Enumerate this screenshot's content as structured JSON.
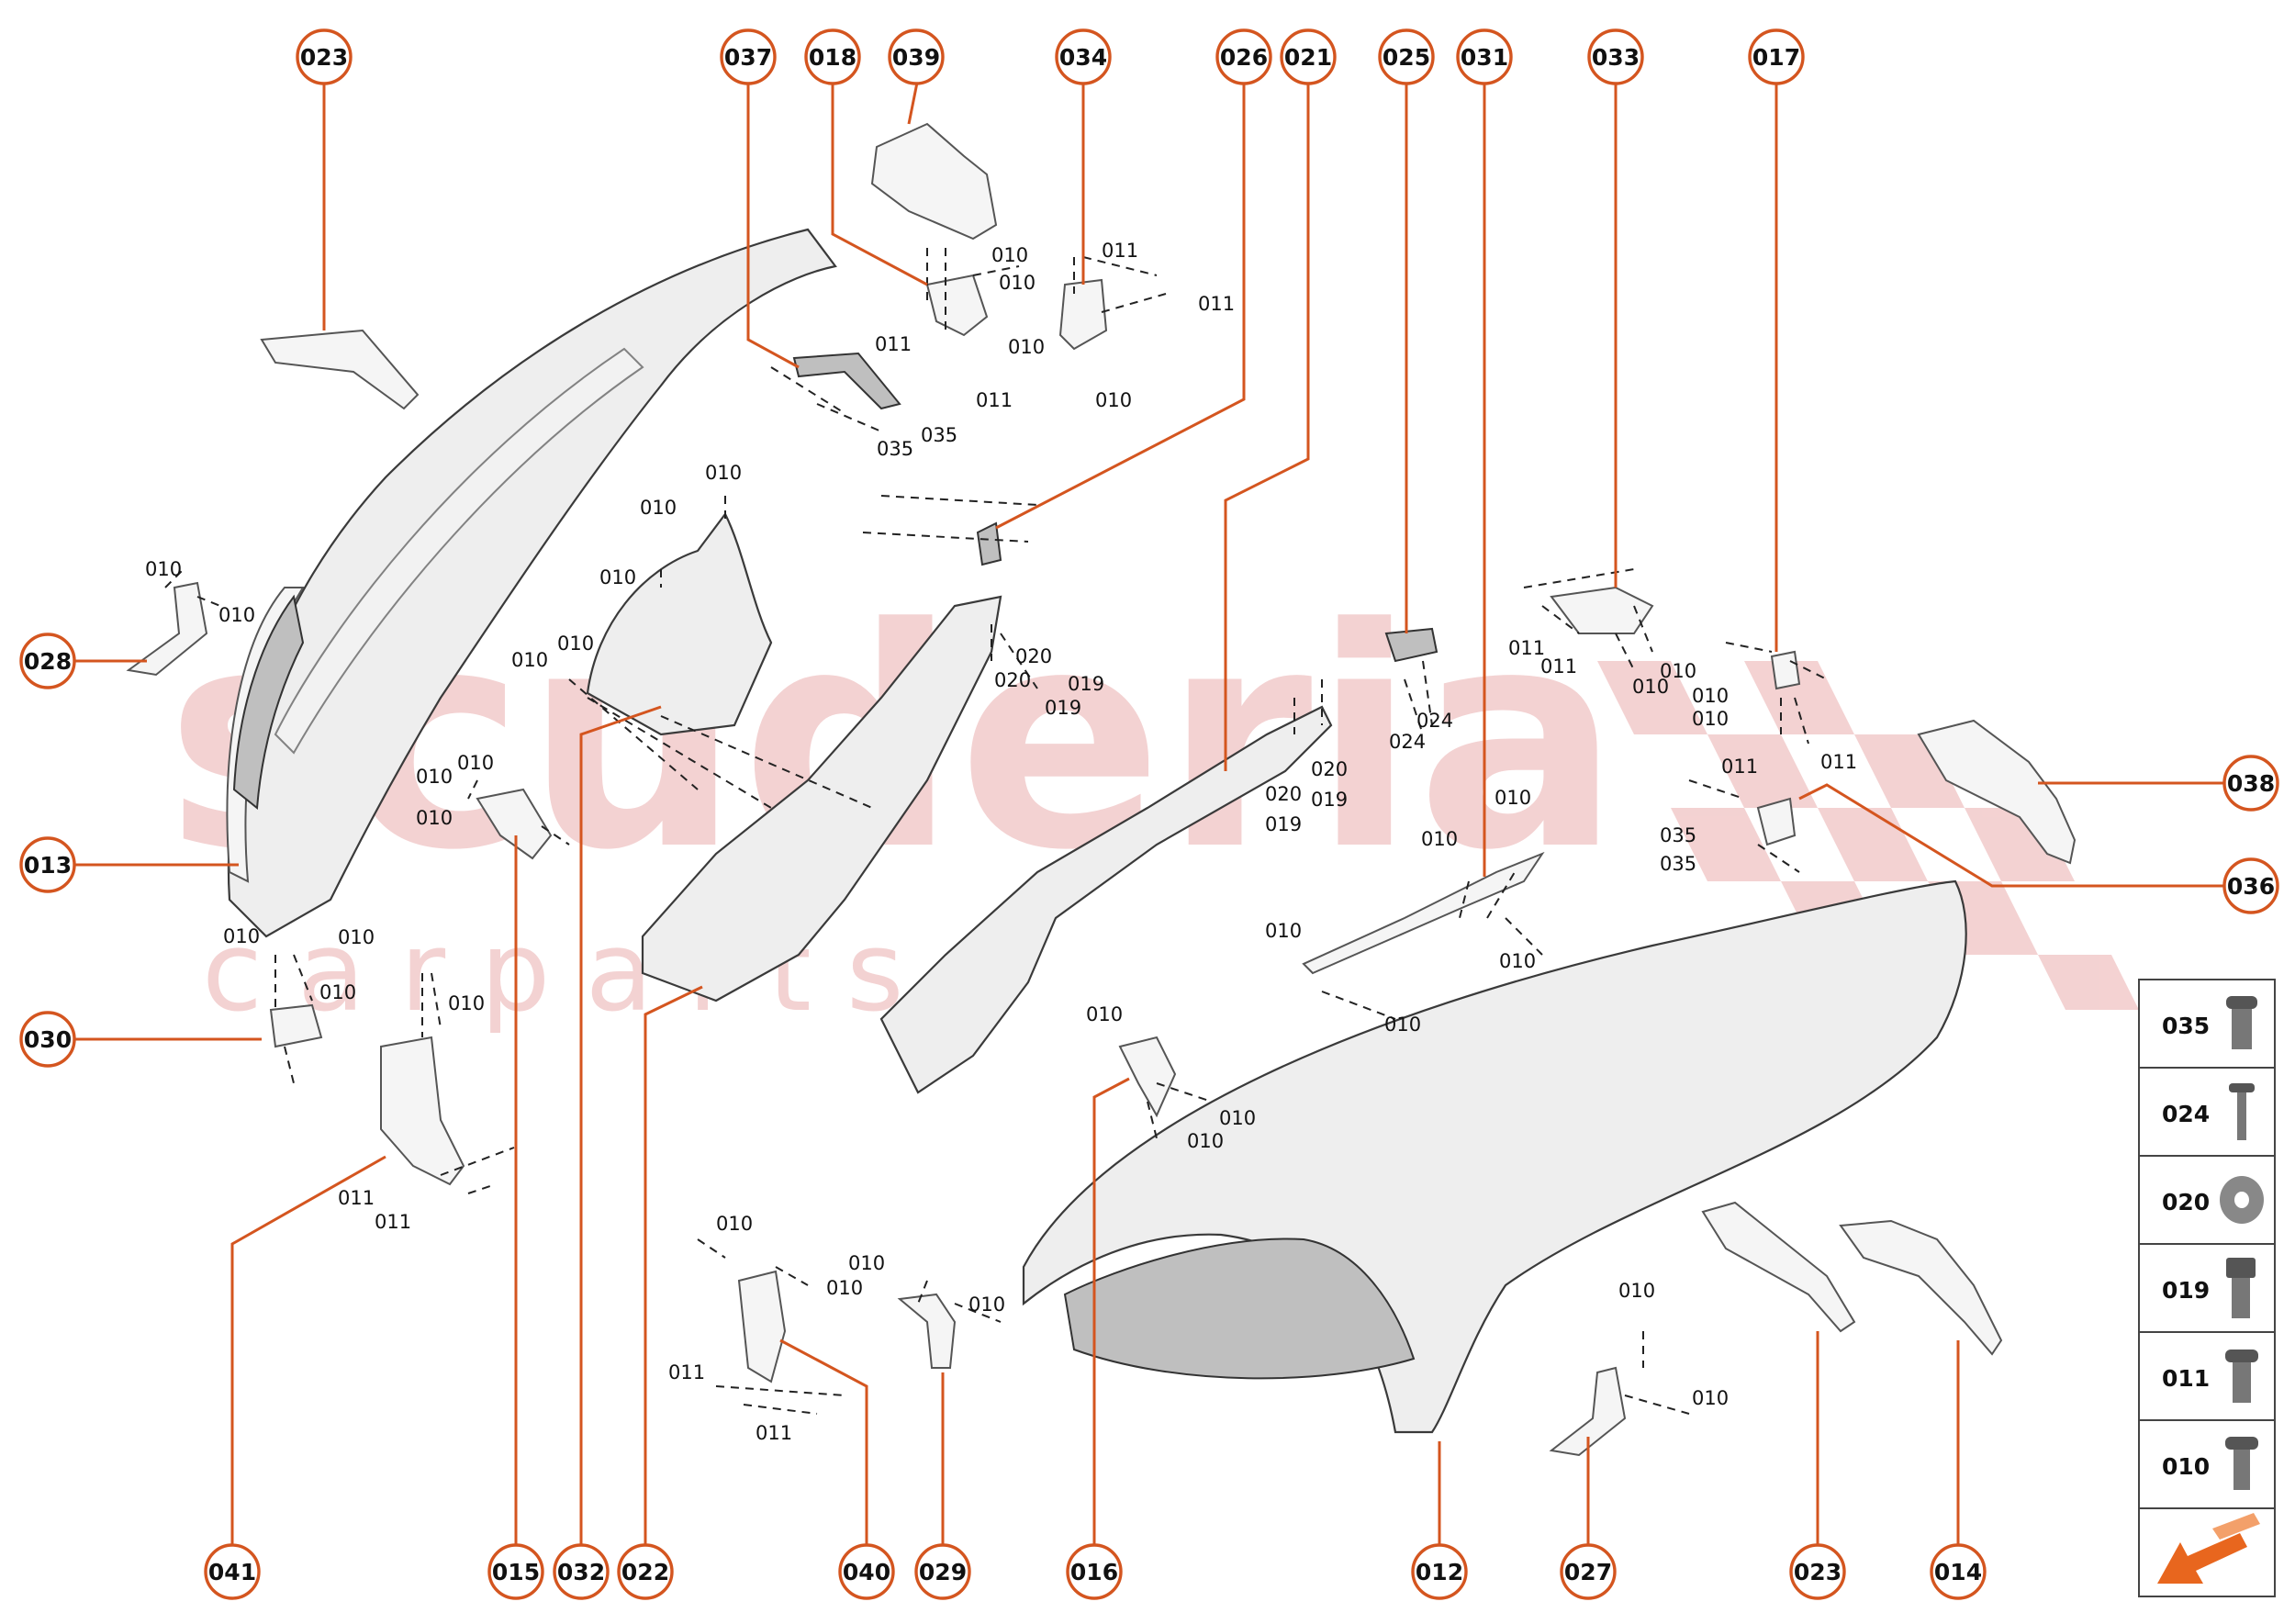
{
  "watermark": {
    "main": "scuderia",
    "sub": "c a r   p a r t s"
  },
  "callouts": [
    "023",
    "037",
    "018",
    "039",
    "034",
    "026",
    "021",
    "025",
    "031",
    "033",
    "017",
    "028",
    "013",
    "030",
    "038",
    "036",
    "041",
    "015",
    "032",
    "022",
    "040",
    "029",
    "016",
    "012",
    "027",
    "023",
    "014"
  ],
  "legend": {
    "items": [
      {
        "code": "035",
        "icon": "flange-bolt-icon"
      },
      {
        "code": "024",
        "icon": "screw-icon"
      },
      {
        "code": "020",
        "icon": "washer-icon"
      },
      {
        "code": "019",
        "icon": "hex-bolt-icon"
      },
      {
        "code": "011",
        "icon": "torx-bolt-icon"
      },
      {
        "code": "010",
        "icon": "flange-screw-icon"
      }
    ],
    "accent": "#e8661e"
  },
  "colors": {
    "callout": "#d4551f",
    "watermark": "#f1c7c7"
  },
  "ref_labels": [
    "010",
    "011",
    "019",
    "020",
    "024",
    "035"
  ]
}
